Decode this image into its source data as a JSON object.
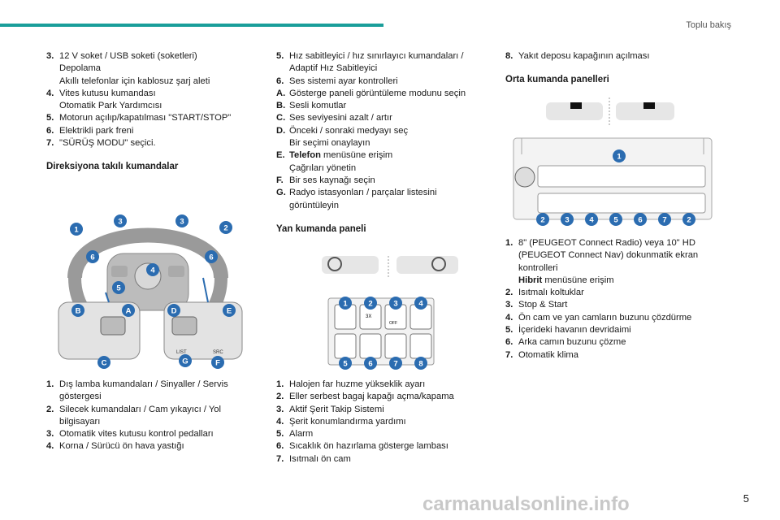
{
  "header": {
    "title": "Toplu bakış"
  },
  "col1": {
    "top_items": [
      {
        "num": "3.",
        "lines": [
          "12 V soket / USB soketi (soketleri)",
          "Depolama",
          "Akıllı telefonlar için kablosuz şarj aleti"
        ]
      },
      {
        "num": "4.",
        "lines": [
          "Vites kutusu kumandası",
          "Otomatik Park Yardımcısı"
        ]
      },
      {
        "num": "5.",
        "lines": [
          "Motorun açılıp/kapatılması \"START/STOP\""
        ]
      },
      {
        "num": "6.",
        "lines": [
          "Elektrikli park freni"
        ]
      },
      {
        "num": "7.",
        "lines": [
          "\"SÜRÜŞ MODU\" seçici."
        ]
      }
    ],
    "section_title": "Direksiyona takılı kumandalar",
    "bottom_items": [
      {
        "num": "1.",
        "lines": [
          "Dış lamba kumandaları / Sinyaller / Servis göstergesi"
        ]
      },
      {
        "num": "2.",
        "lines": [
          "Silecek kumandaları / Cam yıkayıcı / Yol bilgisayarı"
        ]
      },
      {
        "num": "3.",
        "lines": [
          "Otomatik vites kutusu kontrol pedalları"
        ]
      },
      {
        "num": "4.",
        "lines": [
          "Korna / Sürücü ön hava yastığı"
        ]
      }
    ]
  },
  "col2": {
    "top_items": [
      {
        "num": "5.",
        "lines": [
          "Hız sabitleyici / hız sınırlayıcı kumandaları / Adaptif Hız Sabitleyici"
        ]
      },
      {
        "num": "6.",
        "lines": [
          "Ses sistemi ayar kontrolleri"
        ]
      },
      {
        "num": "A.",
        "lines": [
          "Gösterge paneli görüntüleme modunu seçin"
        ]
      },
      {
        "num": "B.",
        "lines": [
          "Sesli komutlar"
        ]
      },
      {
        "num": "C.",
        "lines": [
          "Ses seviyesini azalt / artır"
        ]
      },
      {
        "num": "D.",
        "lines": [
          "Önceki / sonraki medyayı seç",
          "Bir seçimi onaylayın"
        ]
      },
      {
        "num": "E.",
        "bold_prefix": "Telefon",
        "lines": [
          " menüsüne erişim",
          "Çağrıları yönetin"
        ]
      },
      {
        "num": "F.",
        "lines": [
          "Bir ses kaynağı seçin"
        ]
      },
      {
        "num": "G.",
        "lines": [
          "Radyo istasyonları / parçalar listesini görüntüleyin"
        ]
      }
    ],
    "section_title": "Yan kumanda paneli",
    "bottom_items": [
      {
        "num": "1.",
        "lines": [
          "Halojen far huzme yükseklik ayarı"
        ]
      },
      {
        "num": "2.",
        "lines": [
          "Eller serbest bagaj kapağı açma/kapama"
        ]
      },
      {
        "num": "3.",
        "lines": [
          "Aktif Şerit Takip Sistemi"
        ]
      },
      {
        "num": "4.",
        "lines": [
          "Şerit konumlandırma yardımı"
        ]
      },
      {
        "num": "5.",
        "lines": [
          "Alarm"
        ]
      },
      {
        "num": "6.",
        "lines": [
          "Sıcaklık ön hazırlama gösterge lambası"
        ]
      },
      {
        "num": "7.",
        "lines": [
          "Isıtmalı ön cam"
        ]
      }
    ]
  },
  "col3": {
    "top_items": [
      {
        "num": "8.",
        "lines": [
          "Yakıt deposu kapağının açılması"
        ]
      }
    ],
    "section_title": "Orta kumanda panelleri",
    "bottom_items": [
      {
        "num": "1.",
        "lines": [
          "8\" (PEUGEOT Connect Radio) veya 10\" HD (PEUGEOT Connect Nav) dokunmatik ekran kontrolleri"
        ],
        "bold_line": "Hibrit",
        "after_bold": " menüsüne erişim"
      },
      {
        "num": "2.",
        "lines": [
          "Isıtmalı koltuklar"
        ]
      },
      {
        "num": "3.",
        "lines": [
          "Stop & Start"
        ]
      },
      {
        "num": "4.",
        "lines": [
          "Ön cam ve yan camların buzunu çözdürme"
        ]
      },
      {
        "num": "5.",
        "lines": [
          "İçerideki havanın devridaimi"
        ]
      },
      {
        "num": "6.",
        "lines": [
          "Arka camın buzunu çözme"
        ]
      },
      {
        "num": "7.",
        "lines": [
          "Otomatik klima"
        ]
      }
    ]
  },
  "figures": {
    "steering_callouts": [
      "1",
      "3",
      "3",
      "2",
      "6",
      "4",
      "6",
      "5",
      "A",
      "B",
      "D",
      "E",
      "C",
      "G",
      "F"
    ],
    "steering_button_labels": [
      "LIST",
      "SRC"
    ],
    "side_panel_callouts": [
      "1",
      "2",
      "3",
      "4",
      "5",
      "6",
      "7",
      "8"
    ],
    "side_panel_button_text": [
      "3X",
      "OFF"
    ],
    "center_callouts_top": [
      "1"
    ],
    "center_callouts_bottom": [
      "2",
      "3",
      "4",
      "5",
      "6",
      "7",
      "2"
    ]
  },
  "footer": {
    "page_number": "5",
    "watermark": "carmanualsonline.info"
  },
  "colors": {
    "accent": "#1a9e9a",
    "callout_blue": "#2b6cb0",
    "orange": "#e8822a"
  }
}
